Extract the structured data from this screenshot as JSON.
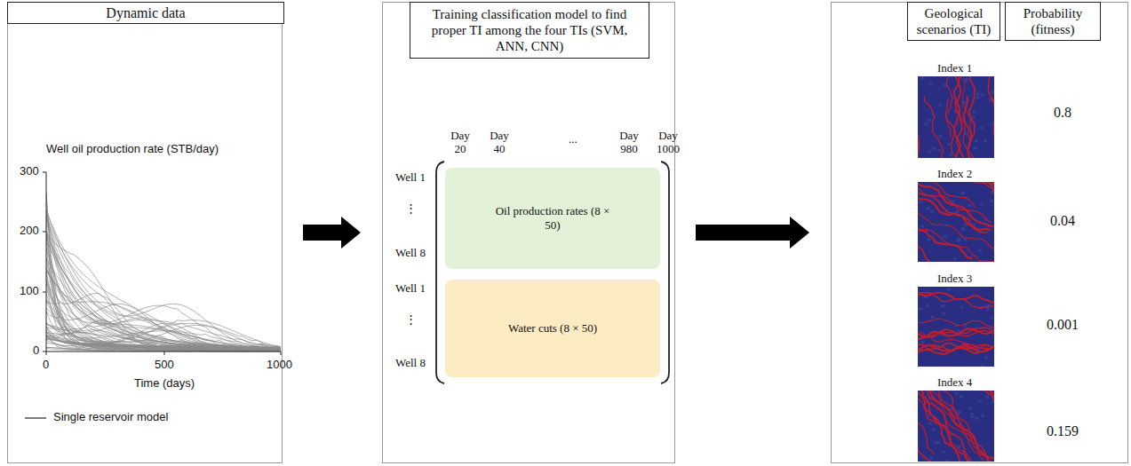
{
  "diagram": {
    "nodes": [
      {
        "text": [
          "Dynamic data"
        ]
      },
      {
        "text": [
          "Training classification model to find proper TI among the four TIs (SVM, ANN, CNN)"
        ]
      },
      {
        "text": [
          "Oil production rates (8 × 50)"
        ],
        "in": 1
      },
      {
        "text": [
          "Water cuts (8 × 50)"
        ],
        "in": 1
      },
      {
        "text": [
          "Geological scenarios (TI)",
          "Probability (fitness)"
        ]
      }
    ],
    "edges": [
      {
        "from": 0,
        "to": 1,
        "arrow": "to"
      },
      {
        "from": 1,
        "to": 4,
        "arrow": "to"
      }
    ],
    "labels": [
      "Well oil production rate (STB/day)",
      "300",
      "200",
      "100",
      "0",
      "0",
      "500",
      "1000",
      "Time (days)",
      "Day 20",
      "Day 40",
      "...",
      "Day 980",
      "Day 1000",
      "Well 1",
      "⋮",
      "Well 8",
      "Well 1",
      "⋮",
      "Well 8",
      "Index 1",
      "0.8",
      "Index 2",
      "0.04",
      "Index 3",
      "0.001",
      "Index 4",
      "0.159"
    ],
    "legend": [
      {
        "text": "Single reservoir model"
      }
    ]
  }
}
